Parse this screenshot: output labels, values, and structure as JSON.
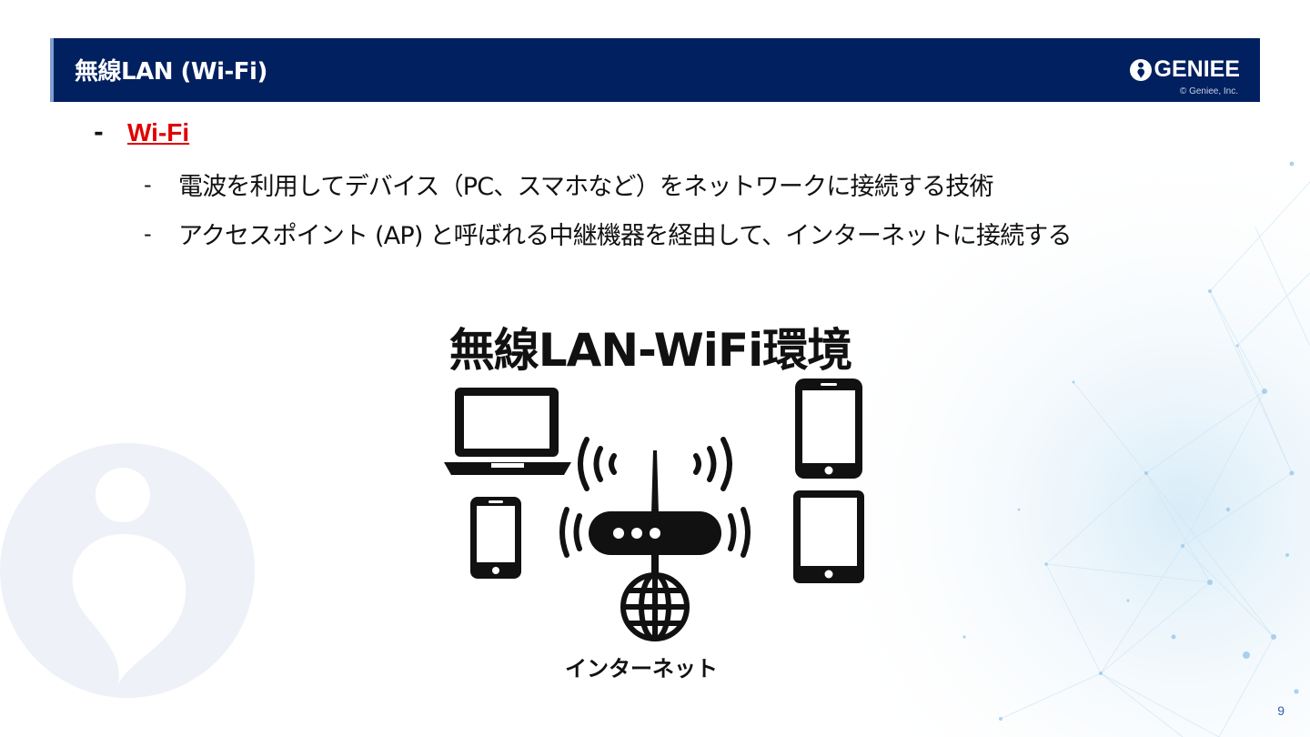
{
  "header": {
    "title": "無線LAN (Wi-Fi)",
    "brand_name": "GENIEE",
    "copyright": "© Geniee, Inc."
  },
  "content": {
    "bullet_marker": "-",
    "topic": "Wi-Fi",
    "sub_bullets": [
      "電波を利用してデバイス（PC、スマホなど）をネットワークに接続する技術",
      "アクセスポイント (AP) と呼ばれる中継機器を経由して、インターネットに接続する"
    ]
  },
  "diagram": {
    "title": "無線LAN-WiFi環境",
    "internet_label": "インターネット",
    "icons": [
      "laptop-icon",
      "smartphone-icon",
      "wifi-router-icon",
      "globe-icon",
      "tablet-icon"
    ]
  },
  "page_number": "9",
  "colors": {
    "header_bg": "#012060",
    "topic": "#e00000",
    "page_number": "#2b5fb0"
  }
}
